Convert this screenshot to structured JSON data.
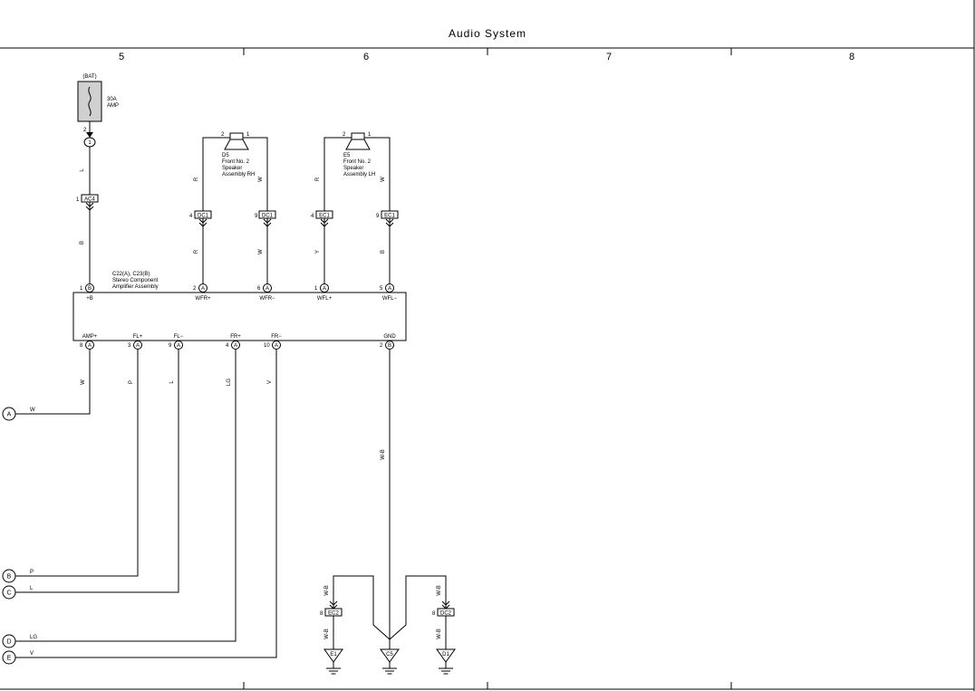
{
  "title": "Audio System",
  "columns": [
    "5",
    "6",
    "7",
    "8"
  ],
  "battery": {
    "label": "(BAT)",
    "fuse": "30A",
    "fuse_name": "AMP",
    "pin_top": "2",
    "pin_circle": "1"
  },
  "wire_colors": {
    "L": "L",
    "B": "B",
    "R": "R",
    "W": "W",
    "Y": "Y",
    "P": "P",
    "LG": "LG",
    "V": "V",
    "WB": "W-B"
  },
  "connectors": {
    "AC4": {
      "name": "AC4",
      "pin": "1"
    },
    "DC1_R": {
      "name": "DC1",
      "pin": "4"
    },
    "DC1_W": {
      "name": "DC1",
      "pin": "9"
    },
    "EC1_R": {
      "name": "EC1",
      "pin": "4"
    },
    "EC1_B": {
      "name": "EC1",
      "pin": "9"
    },
    "EC2": {
      "name": "EC2",
      "pin": "8"
    },
    "DC2": {
      "name": "DC2",
      "pin": "8"
    }
  },
  "speakers": [
    {
      "id": "D5",
      "name1": "Front No. 2",
      "name2": "Speaker",
      "name3": "Assembly RH",
      "pin_left": "2",
      "pin_right": "1"
    },
    {
      "id": "E5",
      "name1": "Front No. 2",
      "name2": "Speaker",
      "name3": "Assembly LH",
      "pin_left": "2",
      "pin_right": "1"
    }
  ],
  "amplifier": {
    "ref": "C22(A), C23(B)",
    "name1": "Stereo Component",
    "name2": "Amplifier Assembly",
    "top_terminals": [
      {
        "pin": "1",
        "conn": "B",
        "label": "+B"
      },
      {
        "pin": "2",
        "conn": "A",
        "label": "WFR+"
      },
      {
        "pin": "6",
        "conn": "A",
        "label": "WFR−"
      },
      {
        "pin": "1",
        "conn": "A",
        "label": "WFL+"
      },
      {
        "pin": "5",
        "conn": "A",
        "label": "WFL−"
      }
    ],
    "bottom_terminals": [
      {
        "pin": "8",
        "conn": "A",
        "label": "AMP+"
      },
      {
        "pin": "3",
        "conn": "A",
        "label": "FL+"
      },
      {
        "pin": "9",
        "conn": "A",
        "label": "FL−"
      },
      {
        "pin": "4",
        "conn": "A",
        "label": "FR+"
      },
      {
        "pin": "10",
        "conn": "A",
        "label": "FR−"
      },
      {
        "pin": "2",
        "conn": "B",
        "label": "GND"
      }
    ]
  },
  "offpage": [
    {
      "letter": "A",
      "wire": "W"
    },
    {
      "letter": "B",
      "wire": "P"
    },
    {
      "letter": "C",
      "wire": "L"
    },
    {
      "letter": "D",
      "wire": "LG"
    },
    {
      "letter": "E",
      "wire": "V"
    }
  ],
  "grounds": [
    "E1",
    "C5",
    "D1"
  ]
}
